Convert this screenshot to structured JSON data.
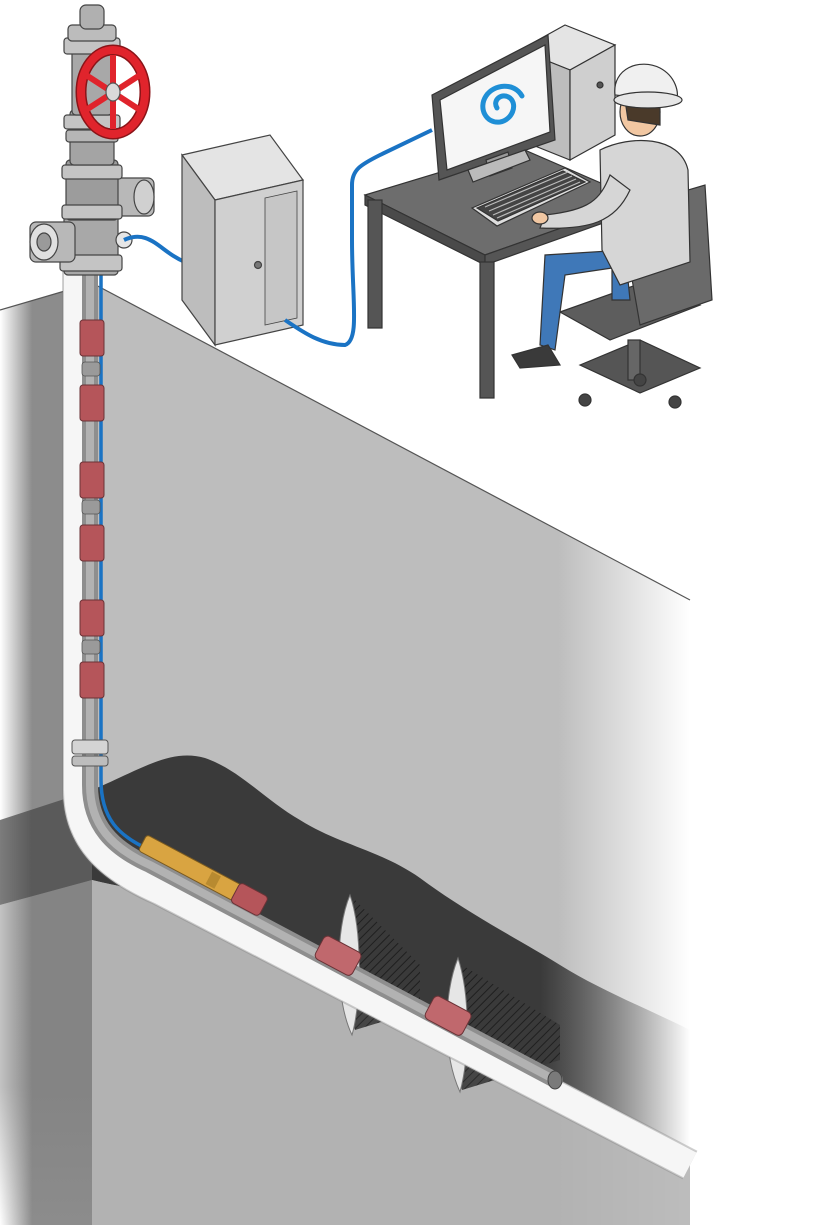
{
  "diagram": {
    "components": [
      {
        "name": "wellhead",
        "icon": "valve-wheel-icon"
      },
      {
        "name": "control-cabinet",
        "icon": "cabinet-icon"
      },
      {
        "name": "monitoring-workstation",
        "icon": "computer-icon"
      },
      {
        "name": "operator",
        "icon": "person-icon"
      },
      {
        "name": "fiber-optic-cable",
        "icon": "cable-icon"
      },
      {
        "name": "wellbore-casing",
        "icon": "casing-icon"
      },
      {
        "name": "downhole-tool-string",
        "icon": "tool-icon"
      },
      {
        "name": "hydraulic-fracture",
        "icon": "fracture-icon"
      }
    ],
    "colors": {
      "earth": "#bdbdbd",
      "earth_dark": "#3a3a3a",
      "cable": "#1a73c4",
      "valve_wheel": "#e0242c",
      "clamp": "#b5555a",
      "sensor": "#d9a441",
      "monitor_logo": "#1f8fd6",
      "shirt": "#d6d6d6",
      "jeans": "#3f78b8"
    }
  }
}
